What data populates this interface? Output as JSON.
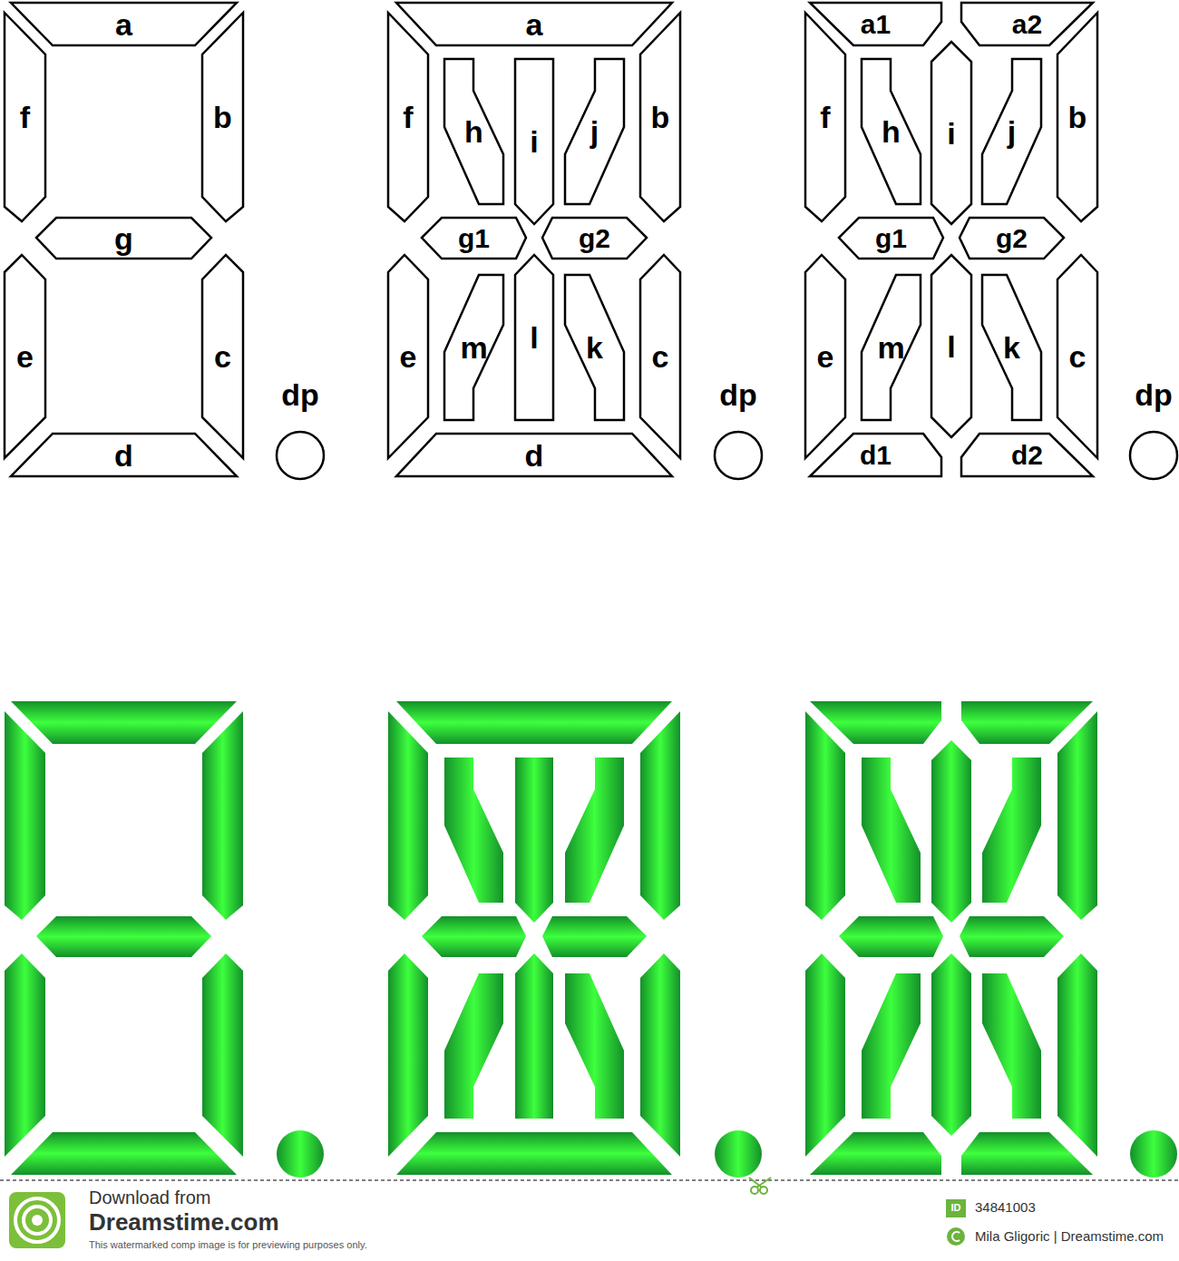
{
  "diagram": {
    "nodes": [
      {
        "text": [
          "a"
        ]
      },
      {
        "text": [
          "f"
        ]
      },
      {
        "text": [
          "b"
        ]
      },
      {
        "text": [
          "g"
        ]
      },
      {
        "text": [
          "e"
        ]
      },
      {
        "text": [
          "c"
        ]
      },
      {
        "text": [
          "d"
        ]
      },
      {
        "text": [
          "dp"
        ]
      },
      {
        "text": [
          "a"
        ]
      },
      {
        "text": [
          "f"
        ]
      },
      {
        "text": [
          "h"
        ]
      },
      {
        "text": [
          "i"
        ]
      },
      {
        "text": [
          "j"
        ]
      },
      {
        "text": [
          "b"
        ]
      },
      {
        "text": [
          "g1"
        ]
      },
      {
        "text": [
          "g2"
        ]
      },
      {
        "text": [
          "e"
        ]
      },
      {
        "text": [
          "m"
        ]
      },
      {
        "text": [
          "l"
        ]
      },
      {
        "text": [
          "k"
        ]
      },
      {
        "text": [
          "c"
        ]
      },
      {
        "text": [
          "d"
        ]
      },
      {
        "text": [
          "dp"
        ]
      },
      {
        "text": [
          "a1"
        ]
      },
      {
        "text": [
          "a2"
        ]
      },
      {
        "text": [
          "f"
        ]
      },
      {
        "text": [
          "h"
        ]
      },
      {
        "text": [
          "i"
        ]
      },
      {
        "text": [
          "j"
        ]
      },
      {
        "text": [
          "b"
        ]
      },
      {
        "text": [
          "g1"
        ]
      },
      {
        "text": [
          "g2"
        ]
      },
      {
        "text": [
          "e"
        ]
      },
      {
        "text": [
          "m"
        ]
      },
      {
        "text": [
          "l"
        ]
      },
      {
        "text": [
          "k"
        ]
      },
      {
        "text": [
          "c"
        ]
      },
      {
        "text": [
          "d1"
        ]
      },
      {
        "text": [
          "d2"
        ]
      },
      {
        "text": [
          "dp"
        ]
      }
    ],
    "labels": [
      "Download from",
      "Dreamstime.com",
      "This watermarked comp image is for previewing purposes only.",
      "ID",
      "34841003",
      "Mila Gligoric | Dreamstime.com"
    ]
  }
}
